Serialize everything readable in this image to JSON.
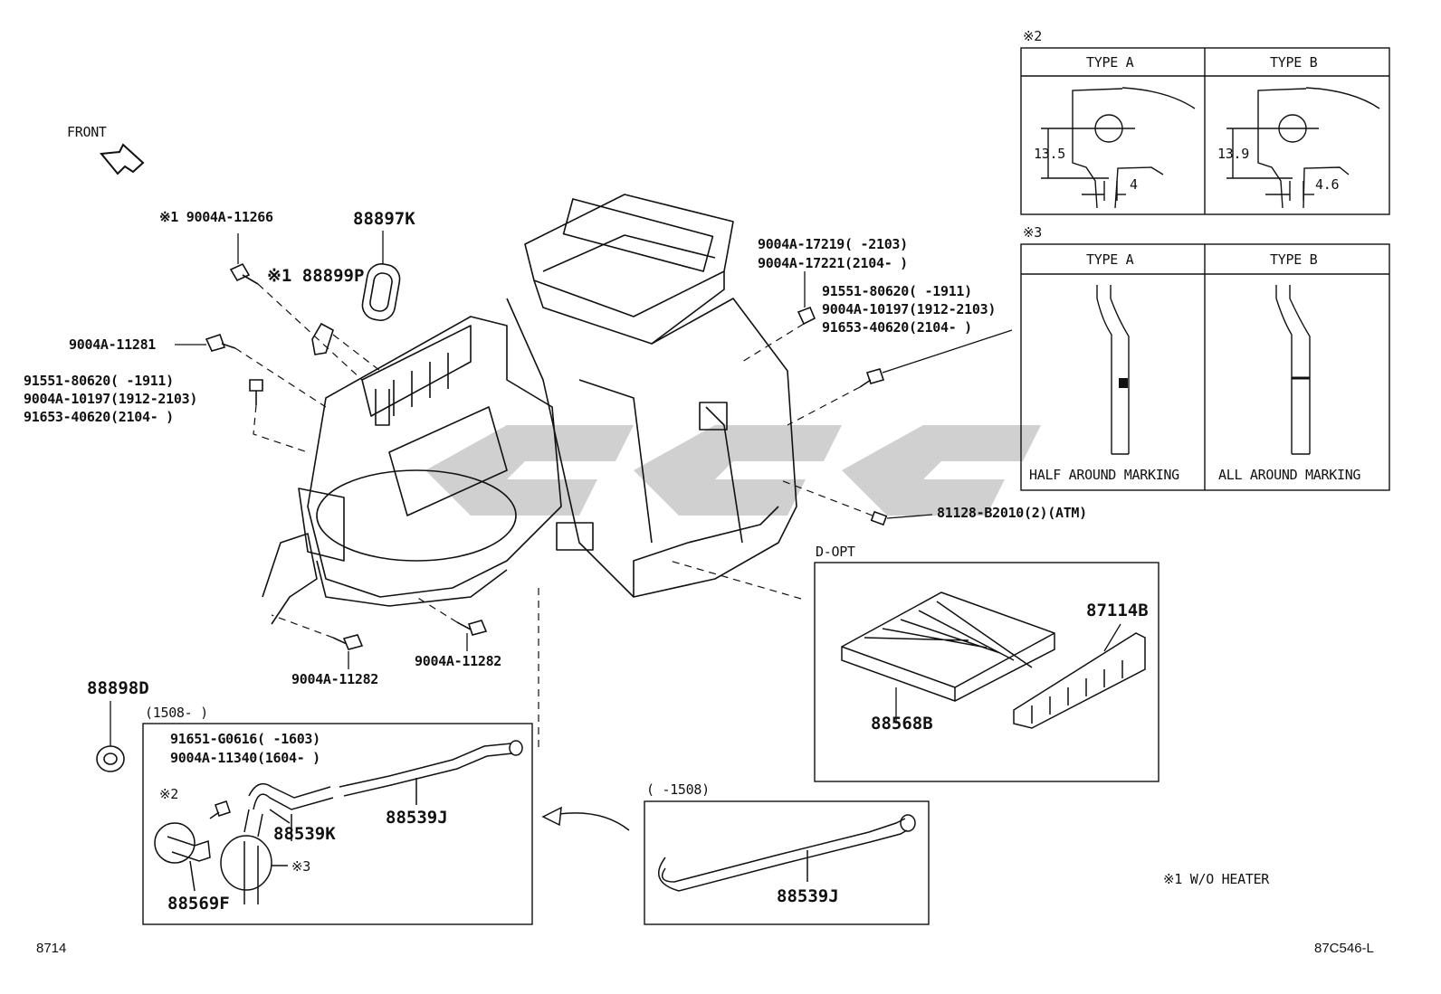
{
  "front_label": "FRONT",
  "labels": {
    "p_9004A_11266": "※1 9004A-11266",
    "p_88897K": "88897K",
    "p_88899P": "※1 88899P",
    "p_9004A_11281": "9004A-11281",
    "p_91551_80620_l": "91551-80620(    -1911)",
    "p_9004A_10197_l": "9004A-10197(1912-2103)",
    "p_91653_40620_l": "91653-40620(2104-    )",
    "p_9004A_17219": "9004A-17219(    -2103)",
    "p_9004A_17221": "9004A-17221(2104-    )",
    "p_91551_80620_r": "91551-80620(    -1911)",
    "p_9004A_10197_r": "9004A-10197(1912-2103)",
    "p_91653_40620_r": "91653-40620(2104-    )",
    "p_81128_B2010": "81128-B2010(2)(ATM)",
    "p_9004A_11282_a": "9004A-11282",
    "p_9004A_11282_b": "9004A-11282",
    "p_88898D": "88898D",
    "range_1508": "(1508-    )",
    "p_91651_G0616": "91651-G0616(    -1603)",
    "p_9004A_11340": "9004A-11340(1604-    )",
    "note_2": "※2",
    "note_3": "※3",
    "p_88539K": "88539K",
    "p_88539J_a": "88539J",
    "p_88569F": "88569F",
    "range_old": "(    -1508)",
    "p_88539J_b": "88539J",
    "dopt": "D-OPT",
    "p_87114B": "87114B",
    "p_88568B": "88568B",
    "note_w_o_heater": "※1 W/O HEATER",
    "page_code_left": "8714",
    "page_code_right": "87C546-L"
  },
  "table_2": {
    "mark": "※2",
    "type_a": "TYPE A",
    "type_b": "TYPE B",
    "dim_a_h": "13.5",
    "dim_a_w": "4",
    "dim_b_h": "13.9",
    "dim_b_w": "4.6"
  },
  "table_3": {
    "mark": "※3",
    "type_a": "TYPE A",
    "type_b": "TYPE B",
    "caption_a": "HALF AROUND MARKING",
    "caption_b": "ALL AROUND MARKING"
  },
  "colors": {
    "line": "#111111",
    "watermark": "#c8c8c8"
  }
}
